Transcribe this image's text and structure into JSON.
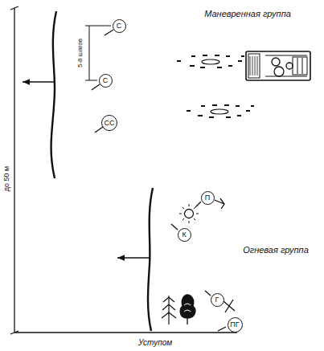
{
  "diagram": {
    "nodes": [
      {
        "text": [
          "С"
        ]
      },
      {
        "text": [
          "С"
        ]
      },
      {
        "text": [
          "СС"
        ]
      },
      {
        "text": [
          "П"
        ]
      },
      {
        "text": [
          "К"
        ]
      },
      {
        "text": [
          "Г"
        ]
      },
      {
        "text": [
          "ПГ"
        ]
      }
    ],
    "labels": [
      "Маневренная группа",
      "5-8 шагов",
      "до 50 м",
      "Огневая группа",
      "Уступом"
    ]
  }
}
